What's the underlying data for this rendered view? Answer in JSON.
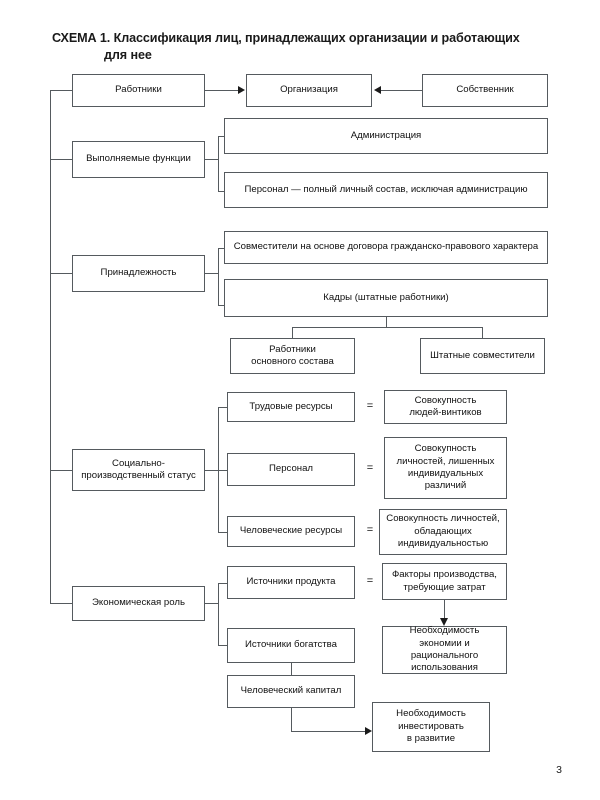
{
  "document": {
    "title_line_1": "СХЕМА 1.  Классификация лиц, принадлежащих организации и работающих",
    "title_line_2": "для нее",
    "page_number": "3",
    "equals_sign": "="
  },
  "chart_data": {
    "type": "diagram",
    "title": "СХЕМА 1. Классификация лиц, принадлежащих организации и работающих для нее",
    "nodes": {
      "rabotniki": "Работники",
      "organizaciya": "Организация",
      "sobstvennik": "Собственник",
      "vypolnyaemye_funkcii": "Выполняемые функции",
      "administraciya": "Администрация",
      "personal_polnyj": "Персонал — полный личный состав, исключая администрацию",
      "prinadlezhnost": "Принадлежность",
      "sovmestiteli": "Совместители на основе договора гражданско-правового характера",
      "kadry": "Кадры (штатные работники)",
      "rabotniki_osnovnogo_l1": "Работники",
      "rabotniki_osnovnogo_l2": "основного состава",
      "shtatnye_sovmestiteli": "Штатные совместители",
      "socialno_l1": "Социально-",
      "socialno_l2": "производственный статус",
      "trudovye_resursy": "Трудовые ресурсы",
      "sovokupnost_vintikov_l1": "Совокупность",
      "sovokupnost_vintikov_l2": "людей-винтиков",
      "personal": "Персонал",
      "sovokupnost_lishennyh_l1": "Совокупность",
      "sovokupnost_lishennyh_l2": "личностей, лишенных",
      "sovokupnost_lishennyh_l3": "индивидуальных",
      "sovokupnost_lishennyh_l4": "различий",
      "chelovecheskie_resursy": "Человеческие ресурсы",
      "sovokupnost_obladayushchih_l1": "Совокупность личностей,",
      "sovokupnost_obladayushchih_l2": "обладающих",
      "sovokupnost_obladayushchih_l3": "индивидуальностью",
      "ekonomicheskaya_rol_l1": "Экономическая роль",
      "istochniki_produkta": "Источники продукта",
      "faktory_proizvodstva_l1": "Факторы производства,",
      "faktory_proizvodstva_l2": "требующие затрат",
      "istochniki_bogatstva": "Источники богатства",
      "neobhodimost_ekonomii_l1": "Необходимость",
      "neobhodimost_ekonomii_l2": "экономии и рационального",
      "neobhodimost_ekonomii_l3": "использования",
      "chelovecheskij_kapital": "Человеческий капитал",
      "neobhodimost_investirovat_l1": "Необходимость",
      "neobhodimost_investirovat_l2": "инвестировать",
      "neobhodimost_investirovat_l3": "в развитие"
    },
    "edges": [
      {
        "from": "rabotniki",
        "to": "organizaciya",
        "style": "arrow"
      },
      {
        "from": "sobstvennik",
        "to": "organizaciya",
        "style": "arrow"
      },
      {
        "from": "spine",
        "to": "rabotniki",
        "style": "line"
      },
      {
        "from": "spine",
        "to": "vypolnyaemye_funkcii",
        "style": "line"
      },
      {
        "from": "spine",
        "to": "prinadlezhnost",
        "style": "line"
      },
      {
        "from": "spine",
        "to": "socialno",
        "style": "line"
      },
      {
        "from": "spine",
        "to": "ekonomicheskaya_rol",
        "style": "line"
      },
      {
        "from": "vypolnyaemye_funkcii",
        "to": "administraciya",
        "style": "line"
      },
      {
        "from": "vypolnyaemye_funkcii",
        "to": "personal_polnyj",
        "style": "line"
      },
      {
        "from": "prinadlezhnost",
        "to": "sovmestiteli",
        "style": "line"
      },
      {
        "from": "prinadlezhnost",
        "to": "kadry",
        "style": "line"
      },
      {
        "from": "kadry",
        "to": "rabotniki_osnovnogo",
        "style": "line"
      },
      {
        "from": "kadry",
        "to": "shtatnye_sovmestiteli",
        "style": "line"
      },
      {
        "from": "socialno",
        "to": "trudovye_resursy",
        "style": "line"
      },
      {
        "from": "socialno",
        "to": "personal",
        "style": "line"
      },
      {
        "from": "socialno",
        "to": "chelovecheskie_resursy",
        "style": "line"
      },
      {
        "from": "ekonomicheskaya_rol",
        "to": "istochniki_produkta",
        "style": "line"
      },
      {
        "from": "ekonomicheskaya_rol",
        "to": "istochniki_bogatstva",
        "style": "line"
      },
      {
        "from": "istochniki_bogatstva",
        "to": "chelovecheskij_kapital",
        "style": "line"
      },
      {
        "from": "faktory_proizvodstva",
        "to": "neobhodimost_ekonomii",
        "style": "arrow"
      },
      {
        "from": "chelovecheskij_kapital",
        "to": "neobhodimost_investirovat",
        "style": "arrow"
      },
      {
        "from": "trudovye_resursy",
        "to": "sovokupnost_vintikov",
        "style": "equals"
      },
      {
        "from": "personal",
        "to": "sovokupnost_lishennyh",
        "style": "equals"
      },
      {
        "from": "chelovecheskie_resursy",
        "to": "sovokupnost_obladayushchih",
        "style": "equals"
      },
      {
        "from": "istochniki_produkta",
        "to": "faktory_proizvodstva",
        "style": "equals"
      }
    ]
  }
}
